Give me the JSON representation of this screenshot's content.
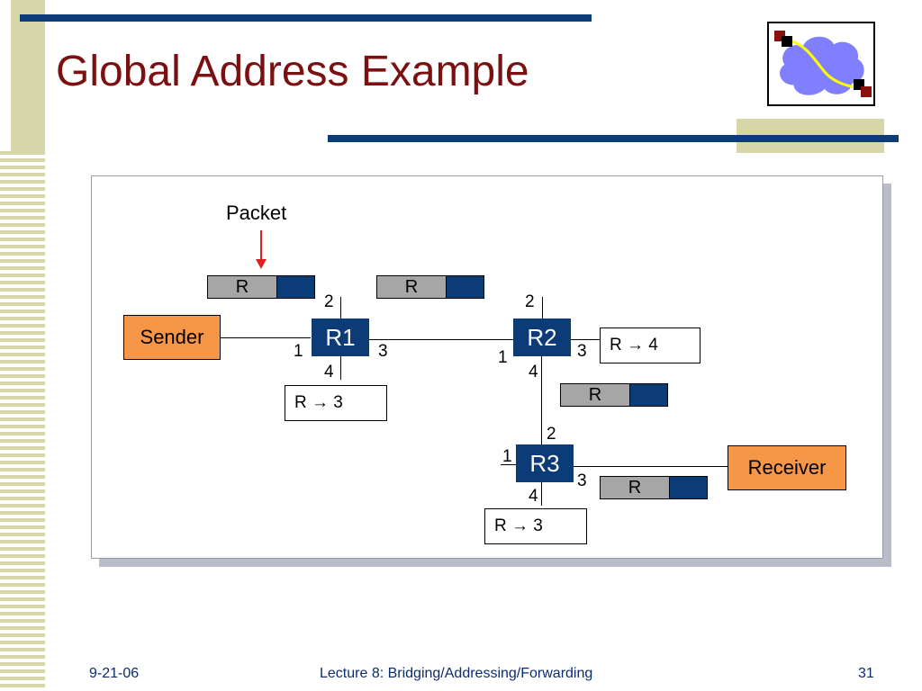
{
  "slide": {
    "title": "Global Address Example",
    "footer_date": "9-21-06",
    "footer_title": "Lecture 8: Bridging/Addressing/Forwarding",
    "footer_page": "31"
  },
  "colors": {
    "title": "#7b1010",
    "router": "#0c3c78",
    "endpoint": "#f79646",
    "accent_bar": "#0c3c78",
    "stripe": "#d6d6a8",
    "arrow": "#e02020"
  },
  "diagram": {
    "packet_label": "Packet",
    "sender": "Sender",
    "receiver": "Receiver",
    "routers": [
      {
        "name": "R1",
        "ports": {
          "top": "2",
          "left": "1",
          "right": "3",
          "bottom": "4"
        },
        "table": "R → 3"
      },
      {
        "name": "R2",
        "ports": {
          "top": "2",
          "left": "1",
          "right": "3",
          "bottom": "4"
        },
        "table": "R → 4"
      },
      {
        "name": "R3",
        "ports": {
          "top": "2",
          "left": "1",
          "right": "3",
          "bottom": "4"
        },
        "table": "R → 3"
      }
    ],
    "packet_header": "R"
  }
}
